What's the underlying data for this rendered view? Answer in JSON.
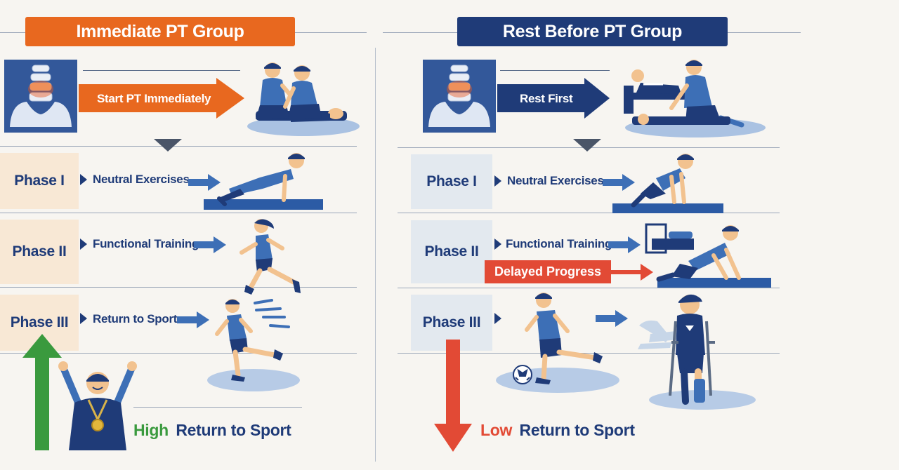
{
  "left": {
    "title": "Immediate PT Group",
    "start_label": "Start PT Immediately",
    "phases": [
      {
        "label": "Phase I",
        "action": "Neutral Exercises"
      },
      {
        "label": "Phase II",
        "action": "Functional Training"
      },
      {
        "label": "Phase III",
        "action": "Return to Sport"
      }
    ],
    "outcome_level": "High",
    "outcome_text": "Return to Sport"
  },
  "right": {
    "title": "Rest Before PT Group",
    "start_label": "Rest First",
    "phases": [
      {
        "label": "Phase I",
        "action": "Neutral Exercises"
      },
      {
        "label": "Phase II",
        "action": "Functional Training"
      },
      {
        "label": "Phase III",
        "action": ""
      }
    ],
    "delay_label": "Delayed Progress",
    "outcome_level": "Low",
    "outcome_text": "Return to Sport"
  },
  "colors": {
    "orange": "#e8681f",
    "navy": "#1f3b78",
    "blue": "#3d6fb6",
    "green": "#3a9a3e",
    "red": "#e24a35"
  }
}
